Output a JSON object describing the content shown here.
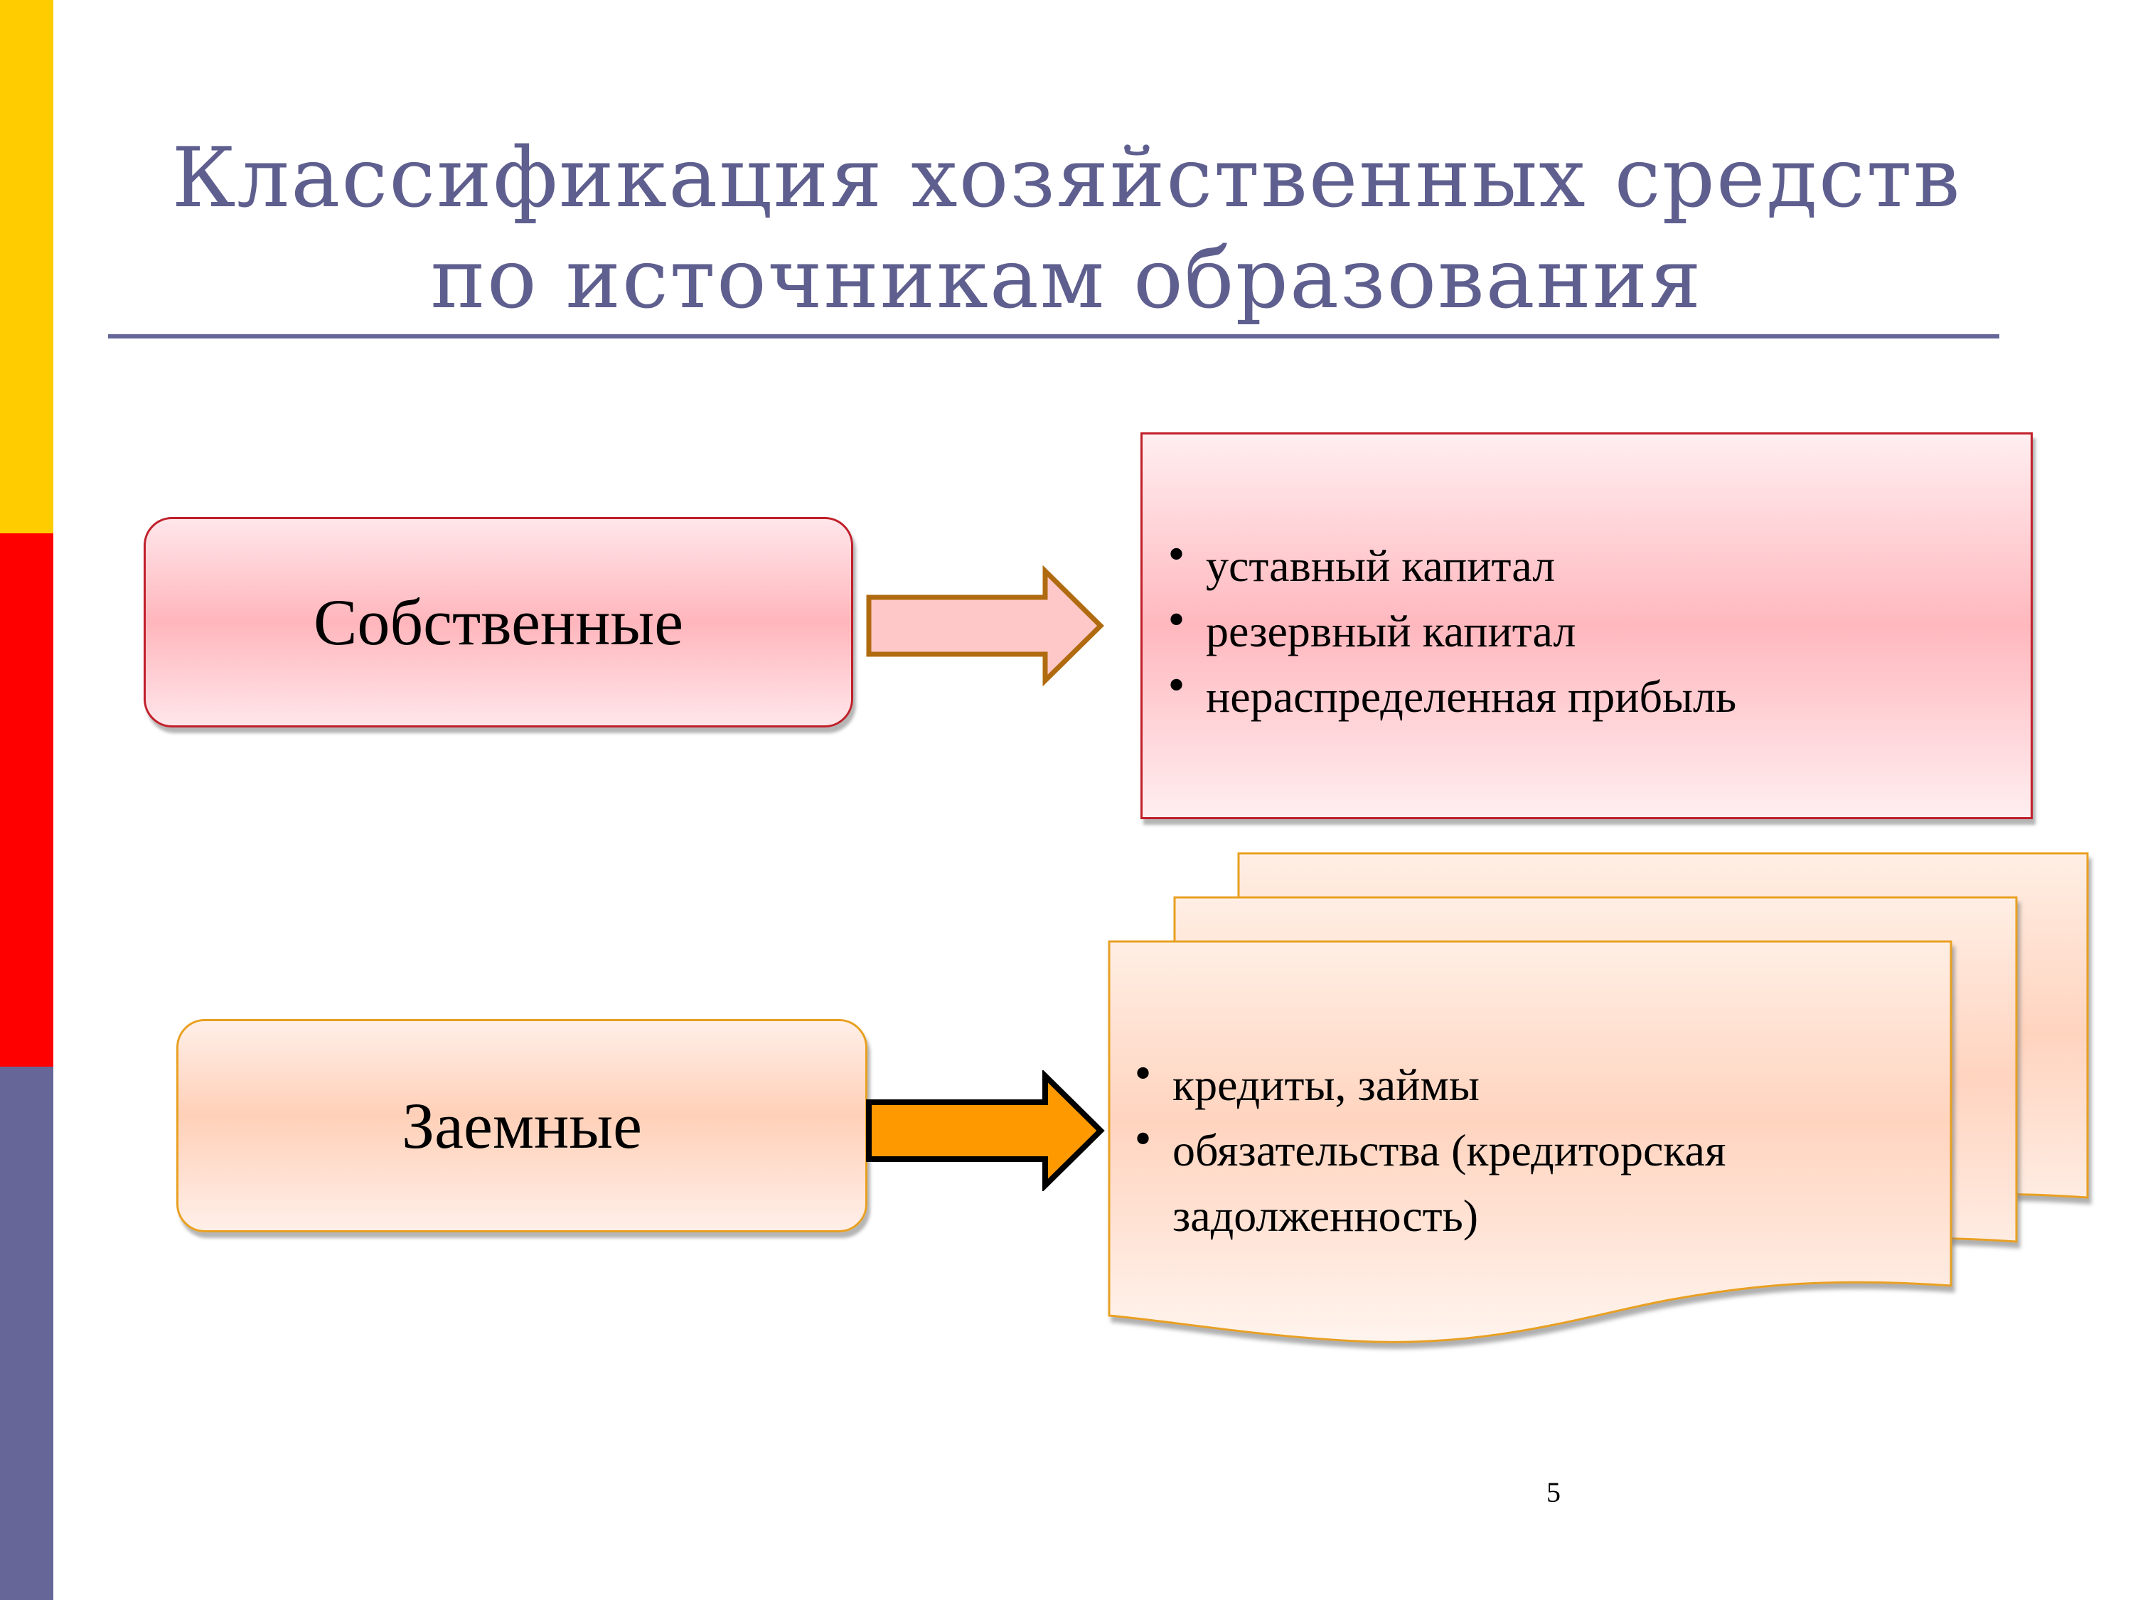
{
  "colors": {
    "bar_yellow": "#ffcc00",
    "bar_red": "#ff0000",
    "bar_purple": "#666699",
    "title": "#5f5f8f",
    "arrow_own_fill": "#ffc8c8",
    "arrow_own_stroke": "#b06b10",
    "arrow_borrowed_fill": "#ff9900",
    "doc_stroke": "#e8a020"
  },
  "slide": {
    "title_line1": "Классификация хозяйственных средств",
    "title_line2": "по источникам образования",
    "page_number": "5"
  },
  "own": {
    "label": "Собственные",
    "items": [
      " уставный капитал",
      "резервный капитал",
      "нераспределенная прибыль"
    ]
  },
  "borrowed": {
    "label": "Заемные",
    "items": [
      "кредиты, займы",
      "обязательства (кредиторская задолженность)"
    ]
  },
  "icons": {
    "own_arrow": "right-arrow-icon",
    "borrowed_arrow": "right-arrow-icon"
  }
}
